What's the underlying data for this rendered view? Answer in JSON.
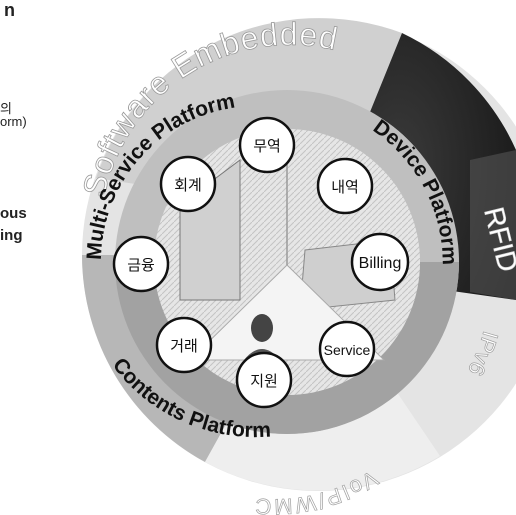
{
  "left_fragments": [
    "n",
    "의",
    "orm)",
    "ous",
    "ing"
  ],
  "ring_labels": {
    "software_embedded": "Software Embedded",
    "rfid": "RFID",
    "ipv6": "IPv6",
    "voip_wmc": "VoIP/WMC",
    "multi_service_platform": "Multi-Service Platform",
    "device_platform": "Device Platform",
    "contents_platform": "Contents Platform"
  },
  "services": [
    "무역",
    "내역",
    "Billing",
    "Service",
    "지원",
    "거래",
    "금융",
    "회계"
  ],
  "colors": {
    "outer_light_gray": "#d4d4d4",
    "outer_mid_gray": "#a8a8a8",
    "rfid_dark": "#262626",
    "inner_ring": "#9a9a9a",
    "text_dark": "#111111",
    "bubble_fill": "#ffffff"
  }
}
